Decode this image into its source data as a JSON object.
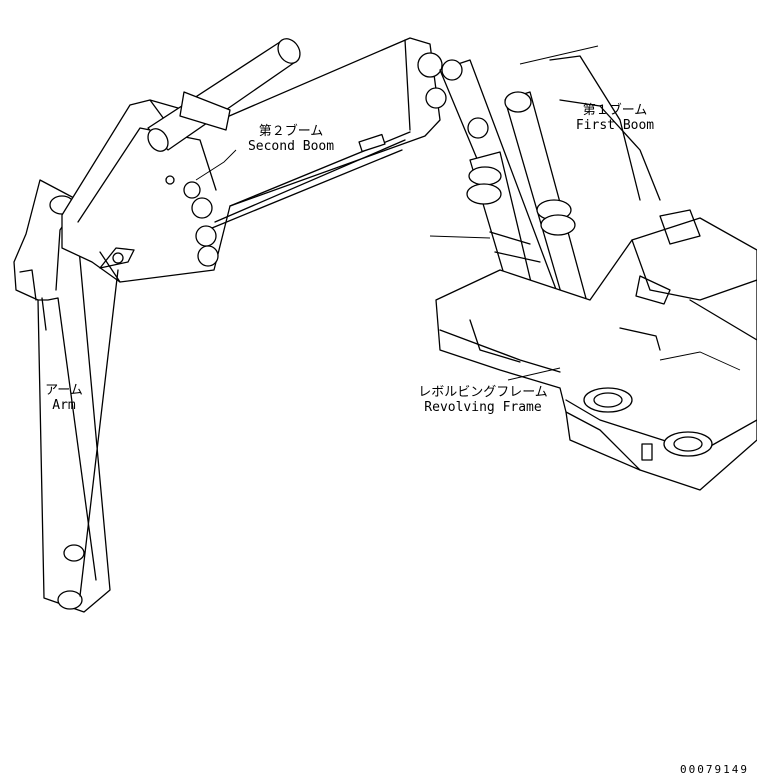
{
  "labels": {
    "second_boom_jp": "第２ブーム",
    "second_boom_en": "Second Boom",
    "first_boom_jp": "第１ブーム",
    "first_boom_en": "First Boom",
    "arm_jp": "アーム",
    "arm_en": "Arm",
    "revolving_frame_jp": "レボルビングフレーム",
    "revolving_frame_en": "Revolving Frame"
  },
  "doc_number": "00079149"
}
